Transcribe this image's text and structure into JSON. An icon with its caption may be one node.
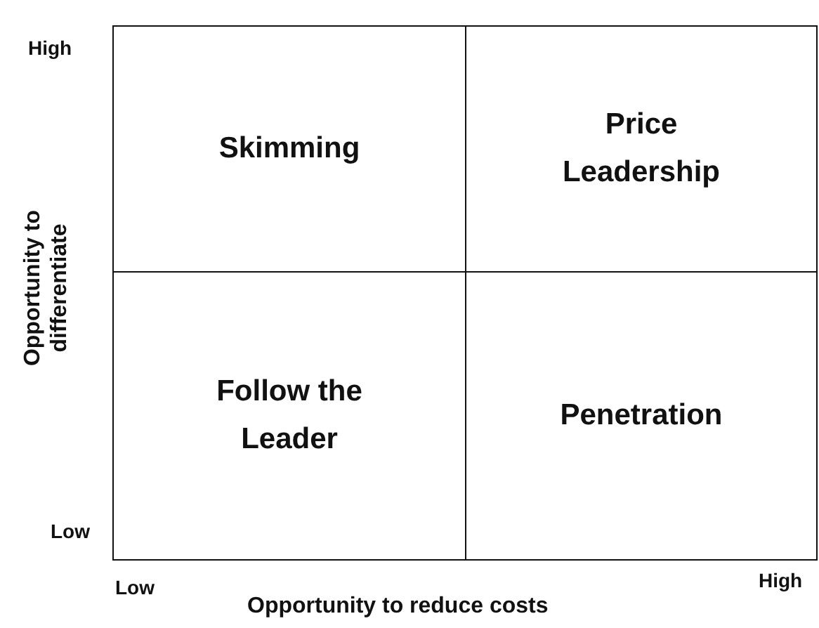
{
  "diagram": {
    "nodes": [
      {
        "text": [
          "Skimming"
        ]
      },
      {
        "text": [
          "Price Leadership"
        ]
      },
      {
        "text": [
          "Follow the Leader"
        ]
      },
      {
        "text": [
          "Penetration"
        ]
      }
    ],
    "labels": [
      "High",
      "Opportunity to differentiate",
      "Low",
      "Low",
      "High",
      "Opportunity to reduce costs"
    ]
  }
}
